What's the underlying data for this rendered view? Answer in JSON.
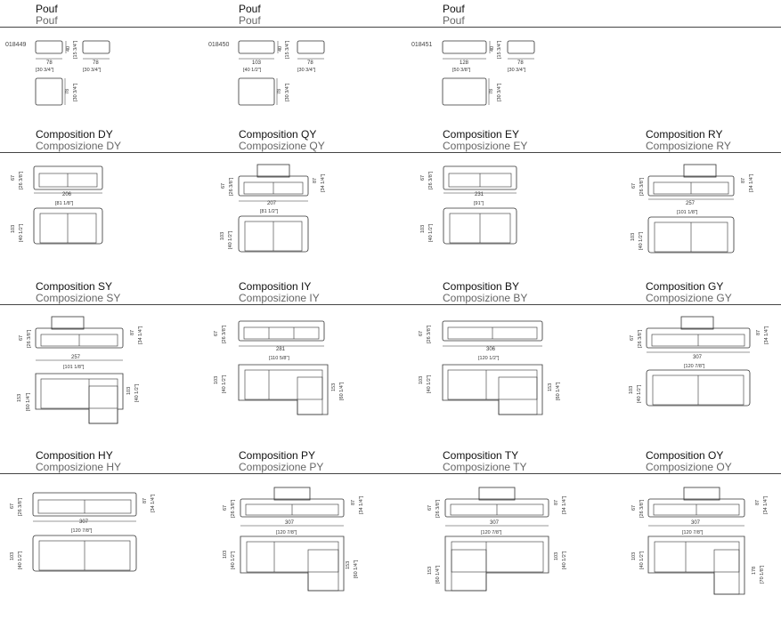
{
  "sections": [
    {
      "t1": "Pouf",
      "t2": "Pouf"
    },
    {
      "t1": "Pouf",
      "t2": "Pouf"
    },
    {
      "t1": "Pouf",
      "t2": "Pouf"
    },
    {
      "t1": "Composition DY",
      "t2": "Composizione DY"
    },
    {
      "t1": "Composition QY",
      "t2": "Composizione QY"
    },
    {
      "t1": "Composition EY",
      "t2": "Composizione EY"
    },
    {
      "t1": "Composition RY",
      "t2": "Composizione RY"
    },
    {
      "t1": "Composition SY",
      "t2": "Composizione SY"
    },
    {
      "t1": "Composition IY",
      "t2": "Composizione IY"
    },
    {
      "t1": "Composition BY",
      "t2": "Composizione BY"
    },
    {
      "t1": "Composition GY",
      "t2": "Composizione GY"
    },
    {
      "t1": "Composition HY",
      "t2": "Composizione HY"
    },
    {
      "t1": "Composition PY",
      "t2": "Composizione PY"
    },
    {
      "t1": "Composition TY",
      "t2": "Composizione TY"
    },
    {
      "t1": "Composition OY",
      "t2": "Composizione OY"
    }
  ],
  "codes": [
    "018449",
    "018450",
    "018451"
  ],
  "dims": {
    "d40": "40",
    "d40in": "[15 3/4\"]",
    "d78": "78",
    "d78in": "[30 3/4\"]",
    "d103": "103",
    "d103in": "[40 1/2\"]",
    "d128": "128",
    "d128in": "[50 3/8\"]",
    "d67": "67",
    "d67in": "[26 3/8\"]",
    "d87": "87",
    "d87in": "[34 1/4\"]",
    "d206": "206",
    "d206in": "[81 1/8\"]",
    "d207": "207",
    "d207in": "[81 1/2\"]",
    "d231": "231",
    "d231in": "[91\"]",
    "d257": "257",
    "d257in": "[101 1/8\"]",
    "d281": "281",
    "d281in": "[110 5/8\"]",
    "d306": "306",
    "d306in": "[120 1/2\"]",
    "d307": "307",
    "d307in": "[120 7/8\"]",
    "d153": "153",
    "d153in": "[60 1/4\"]",
    "d178": "178",
    "d178in": "[70 1/8\"]"
  }
}
